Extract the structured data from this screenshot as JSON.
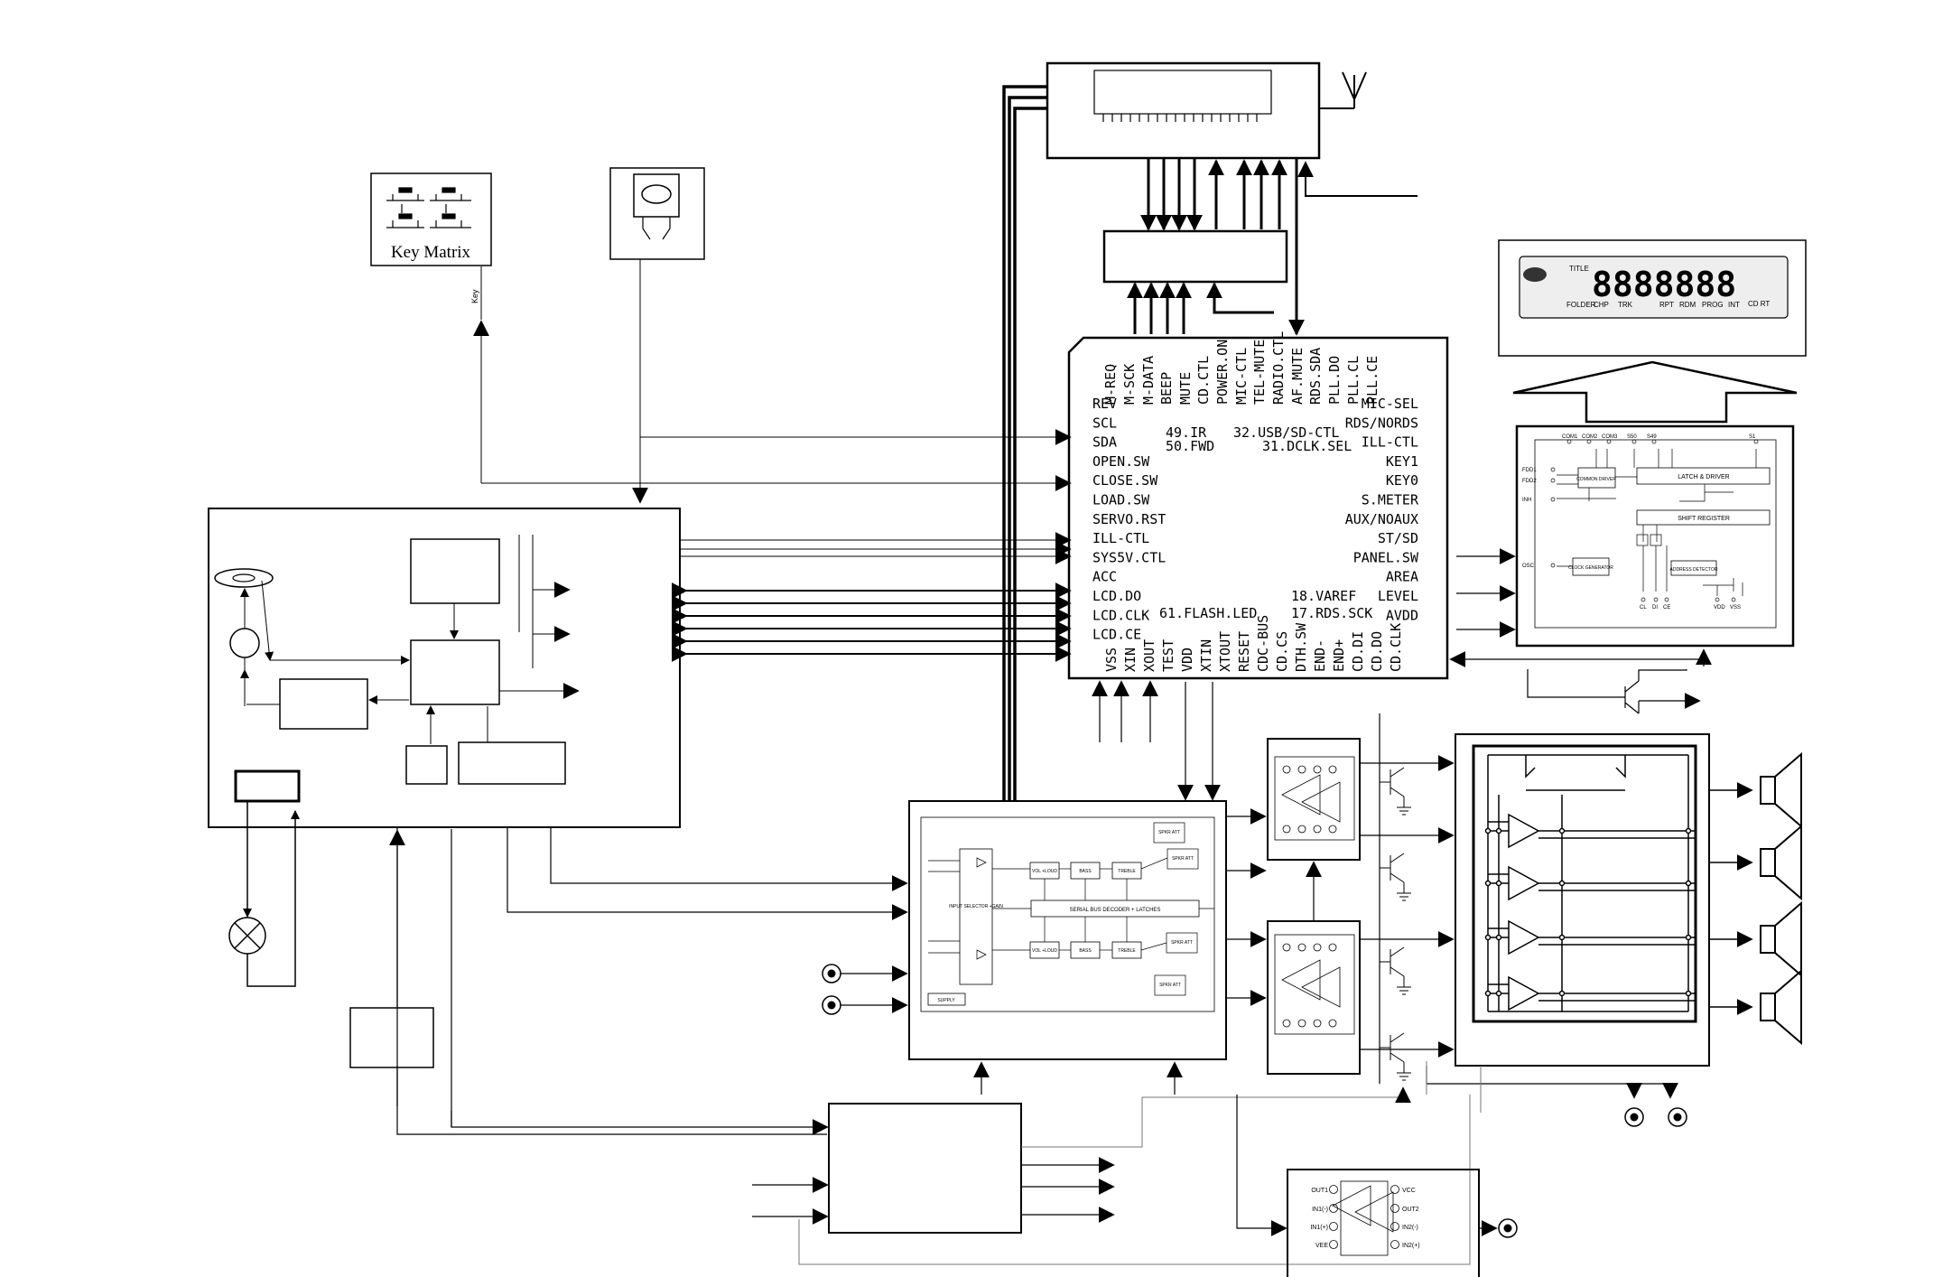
{
  "key_matrix": {
    "label": "Key Matrix",
    "line_label": "Key"
  },
  "mcu": {
    "top_pins": [
      "M-REQ",
      "M-SCK",
      "M-DATA",
      "BEEP",
      "MUTE",
      "CD.CTL",
      "POWER.ON",
      "MIC-CTL",
      "TEL-MUTE",
      "RADIO.CTL",
      "AF.MUTE",
      "RDS.SDA",
      "PLL.DO",
      "PLL.CL",
      "PLL.CE"
    ],
    "left_pins": [
      "REV",
      "SCL",
      "SDA",
      "OPEN.SW",
      "CLOSE.SW",
      "LOAD.SW",
      "SERVO.RST",
      "ILL-CTL",
      "SYS5V.CTL",
      "ACC",
      "LCD.DO",
      "LCD.CLK",
      "LCD.CE"
    ],
    "right_pins": [
      "MIC-SEL",
      "RDS/NORDS",
      "ILL-CTL",
      "KEY1",
      "KEY0",
      "S.METER",
      "AUX/NOAUX",
      "ST/SD",
      "PANEL.SW",
      "AREA",
      "LEVEL",
      "AVDD"
    ],
    "bottom_pins": [
      "VSS",
      "XIN",
      "XOUT",
      "TEST",
      "VDD",
      "XTIN",
      "XTOUT",
      "RESET",
      "CDC-BUS",
      "CD.CS",
      "DTH.SW",
      "END-",
      "END+",
      "CD.DI",
      "CD.DO",
      "CD.CLK"
    ],
    "inner_labels": {
      "ir": "49.IR",
      "fwd": "50.FWD",
      "usb_sd": "32.USB/SD-CTL",
      "dclk": "31.DCLK.SEL",
      "varef": "18.VAREF",
      "rds_sck": "17.RDS.SCK",
      "flash_led": "61.FLASH.LED"
    }
  },
  "audio_processor": {
    "center_label": "SERIAL BUS DECODER + LATCHES",
    "input_selector": "INPUT SELECTOR +GAIN",
    "supply": "SUPPLY",
    "vol_top": "VOL +LOUD",
    "vol_bottom": "VOL +LOUD",
    "bass_top": "BASS",
    "bass_bottom": "BASS",
    "treble_top": "TREBLE",
    "treble_bottom": "TREBLE",
    "spkr_att": "SPKR ATT",
    "spkr_att_labels": [
      "SPKR ATT",
      "SPKR ATT",
      "SPKR ATT",
      "SPKR ATT"
    ]
  },
  "lcd_driver": {
    "latch_driver": "LATCH & DRIVER",
    "shift_register": "SHIFT REGISTER",
    "common_driver": "COMMON DRIVER",
    "clock_generator": "CLOCK GENERATOR",
    "address_detector": "ADDRESS DETECTOR",
    "top_pins": [
      "COM1",
      "COM2",
      "COM3",
      "S50",
      "S49",
      "S1"
    ],
    "left_pins": [
      "FDD1",
      "FDD2",
      "INH",
      "OSC"
    ],
    "bottom_pins": [
      "CL",
      "DI",
      "CE",
      "VDD",
      "VSS"
    ]
  },
  "lcd_display": {
    "digits": "8888888",
    "indicators": [
      "TITLE",
      "FOLDER",
      "CHP",
      "TRK",
      "RPT",
      "RDM",
      "PROG",
      "INT"
    ],
    "corner": "CD RT"
  },
  "opamp_bottom": {
    "pins_left": [
      "OUT1",
      "IN1(-)",
      "IN1(+)",
      "VEE"
    ],
    "pins_right": [
      "VCC",
      "OUT2",
      "IN2(-)",
      "IN2(+)"
    ]
  }
}
